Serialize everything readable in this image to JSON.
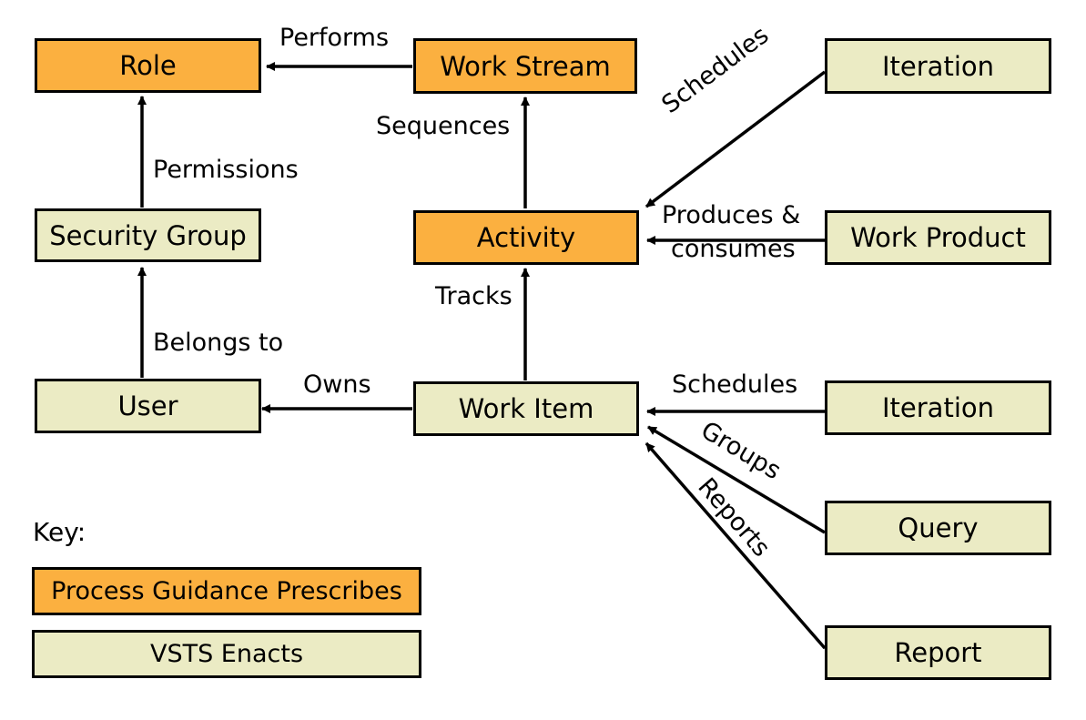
{
  "colors": {
    "prescribes_fill": "#fbb040",
    "enacts_fill": "#ebebc4",
    "stroke": "#000000"
  },
  "nodes": {
    "role": "Role",
    "work_stream": "Work Stream",
    "iteration_top": "Iteration",
    "security_group": "Security Group",
    "activity": "Activity",
    "work_product": "Work Product",
    "user": "User",
    "work_item": "Work Item",
    "iteration_bottom": "Iteration",
    "query": "Query",
    "report": "Report"
  },
  "edges": {
    "performs": "Performs",
    "permissions": "Permissions",
    "sequences": "Sequences",
    "schedules_top": "Schedules",
    "produces_consumes_line1": "Produces &",
    "produces_consumes_line2": "consumes",
    "tracks": "Tracks",
    "belongs_to": "Belongs to",
    "owns": "Owns",
    "schedules_bottom": "Schedules",
    "groups": "Groups",
    "reports": "Reports"
  },
  "key": {
    "title": "Key:",
    "prescribes": "Process Guidance Prescribes",
    "enacts": "VSTS Enacts"
  }
}
